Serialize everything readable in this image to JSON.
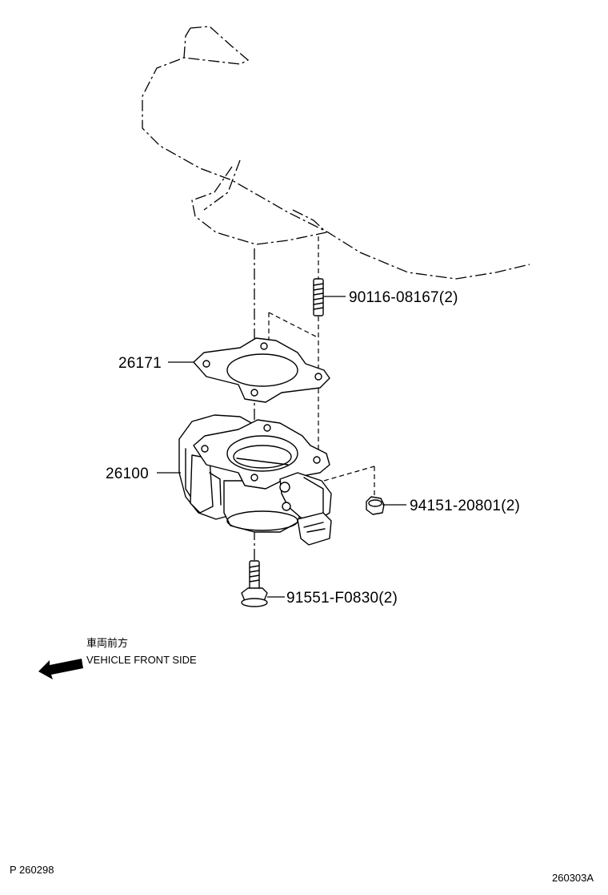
{
  "parts": [
    {
      "id": "stud",
      "number": "90116-08167(2)"
    },
    {
      "id": "gasket",
      "number": "26171"
    },
    {
      "id": "throttle-body",
      "number": "26100"
    },
    {
      "id": "nut",
      "number": "94151-20801(2)"
    },
    {
      "id": "bolt",
      "number": "91551-F0830(2)"
    }
  ],
  "direction": {
    "japanese": "車両前方",
    "english": "VEHICLE FRONT SIDE"
  },
  "footer": {
    "left_code": "P 260298",
    "right_code": "260303A"
  }
}
